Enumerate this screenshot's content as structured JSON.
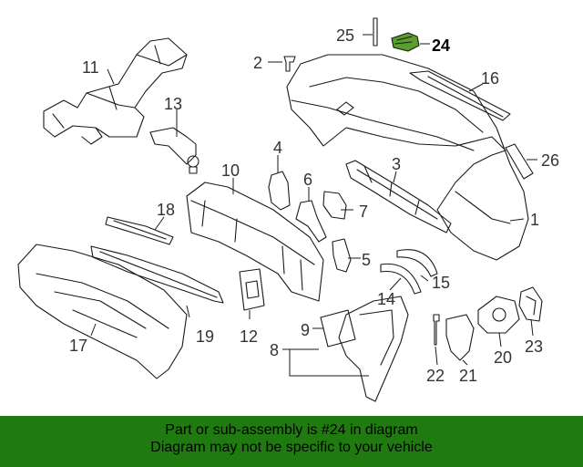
{
  "highlight": {
    "part_number": "24",
    "color": "#5a9e2b"
  },
  "footer": {
    "background": "#1f7a0f",
    "line1": "Part or sub-assembly is #24 in diagram",
    "line2": "Diagram may not be specific to your vehicle"
  },
  "callouts": {
    "c1": "1",
    "c2": "2",
    "c3": "3",
    "c4": "4",
    "c5": "5",
    "c6": "6",
    "c7": "7",
    "c8": "8",
    "c9": "9",
    "c10": "10",
    "c11": "11",
    "c12": "12",
    "c13": "13",
    "c14": "14",
    "c15": "15",
    "c16": "16",
    "c17": "17",
    "c18": "18",
    "c19": "19",
    "c20": "20",
    "c21": "21",
    "c22": "22",
    "c23": "23",
    "c24": "24",
    "c25": "25",
    "c26": "26"
  }
}
